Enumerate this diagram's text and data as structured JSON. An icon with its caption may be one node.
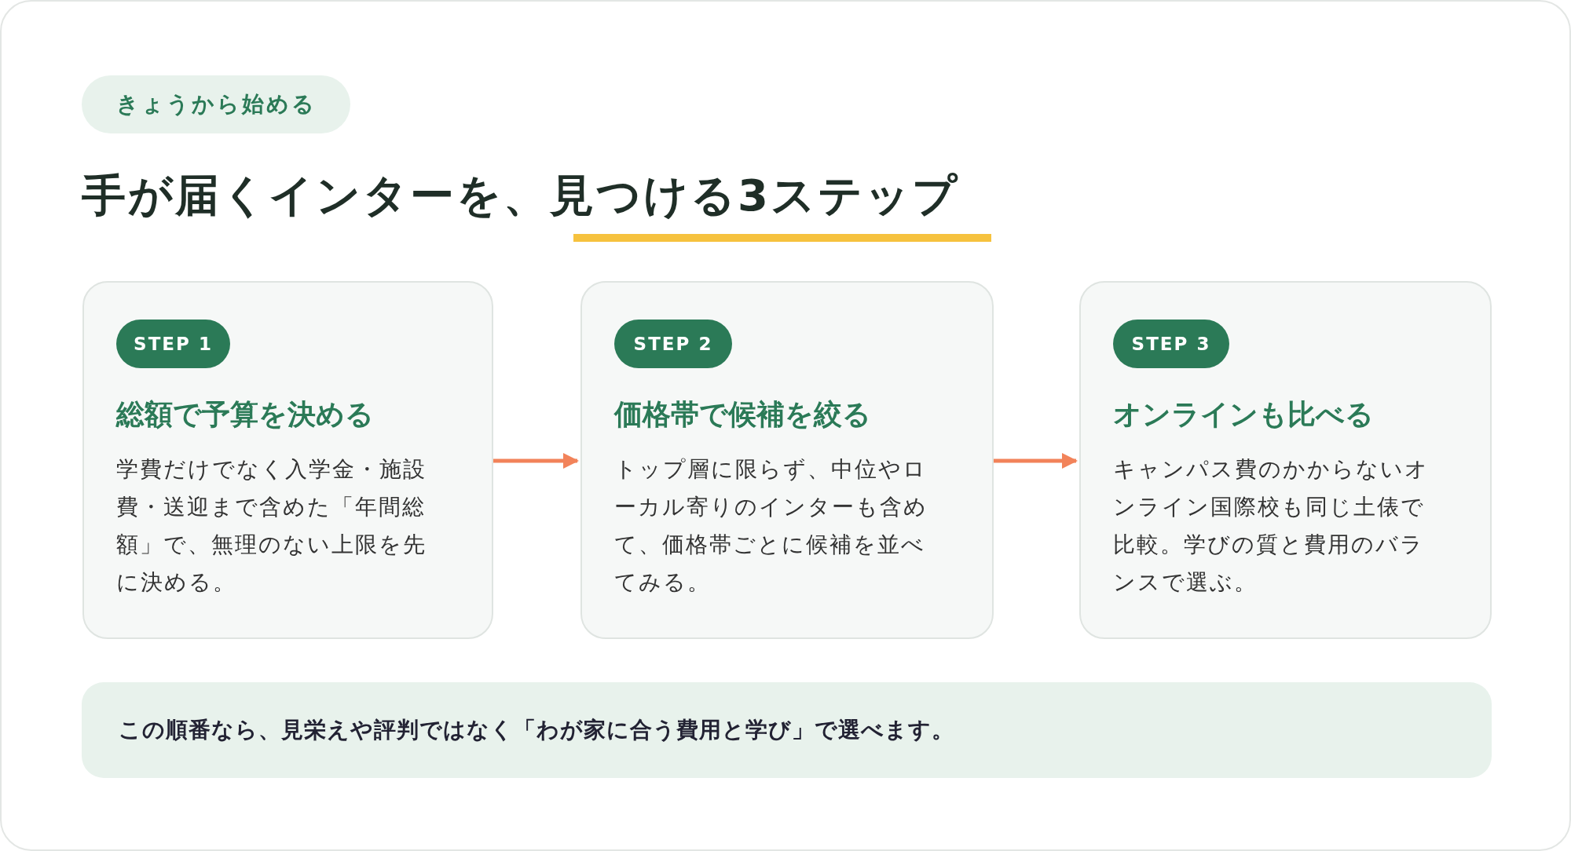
{
  "diagram": {
    "title": "手が届くインターを、見つける3ステップ",
    "nodes": [
      {
        "text": [
          "きょうから始める"
        ]
      },
      {
        "text": [
          "総額で予算を決める",
          "学費だけでなく入学金・施設費・送迎まで含めた「年間総額」で、無理のない上限を先に決める。"
        ]
      },
      {
        "text": [
          "STEP 1"
        ],
        "in": 1
      },
      {
        "text": [
          "価格帯で候補を絞る",
          "トップ層に限らず、中位やローカル寄りのインターも含めて、価格帯ごとに候補を並べてみる。"
        ]
      },
      {
        "text": [
          "STEP 2"
        ],
        "in": 3
      },
      {
        "text": [
          "オンラインも比べる",
          "キャンパス費のかからないオンライン国際校も同じ土俵で比較。学びの質と費用のバランスで選ぶ。"
        ]
      },
      {
        "text": [
          "STEP 3"
        ],
        "in": 5
      },
      {
        "text": [
          "この順番なら、見栄えや評判ではなく「わが家に合う費用と学び」で選べます。"
        ]
      }
    ],
    "edges": [
      {
        "from": 1,
        "to": 3,
        "arrow": "to"
      },
      {
        "from": 3,
        "to": 5,
        "arrow": "to"
      }
    ]
  }
}
